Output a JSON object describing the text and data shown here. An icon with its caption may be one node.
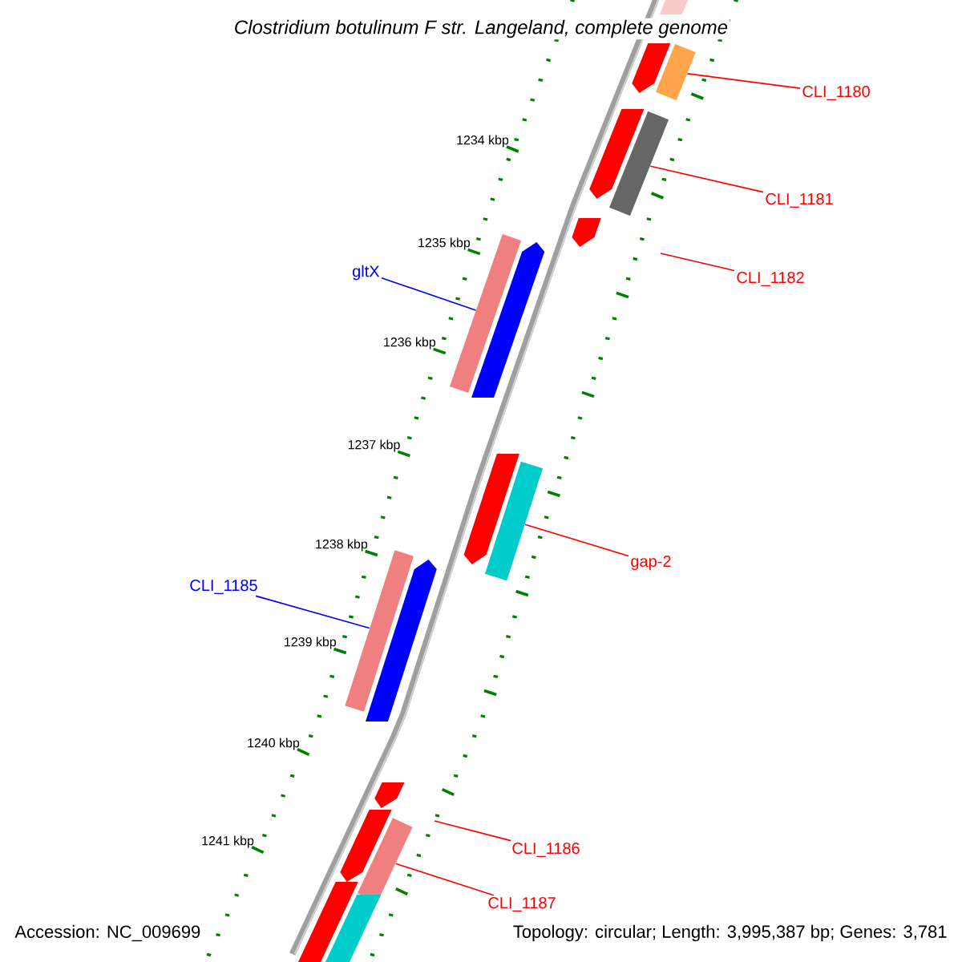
{
  "diagram": {
    "title": "Clostridium botulinum F str. Langeland, complete genome",
    "nodes": [
      {
        "text": [
          "CLI_1180"
        ]
      },
      {
        "text": [],
        "shape": "bar"
      },
      {
        "text": [
          "CLI_1181"
        ]
      },
      {
        "text": [],
        "shape": "bar"
      },
      {
        "text": [
          "CLI_1182"
        ]
      },
      {
        "text": [
          "gltX"
        ]
      },
      {
        "text": [],
        "shape": "bar"
      },
      {
        "text": [
          "CLI_1185"
        ]
      },
      {
        "text": [],
        "shape": "bar"
      },
      {
        "text": [
          "gap-2"
        ]
      },
      {
        "text": [],
        "shape": "bar"
      },
      {
        "text": [
          "CLI_1186"
        ]
      },
      {
        "text": [
          "CLI_1187"
        ]
      },
      {
        "text": [],
        "shape": "bar"
      },
      {
        "text": [],
        "shape": "bar"
      },
      {
        "text": [],
        "shape": "bar"
      },
      {
        "text": [],
        "shape": "bar"
      },
      {
        "text": [],
        "shape": "bar"
      },
      {
        "text": [],
        "shape": "bar"
      },
      {
        "text": [],
        "shape": "bar"
      },
      {
        "text": [],
        "shape": "bar"
      },
      {
        "text": [],
        "shape": "bar"
      },
      {
        "text": [],
        "shape": "bar"
      },
      {
        "text": [],
        "shape": "bar"
      },
      {
        "text": [],
        "shape": "bar"
      }
    ],
    "edges": [
      {
        "from": 0,
        "to": 1,
        "arrow": "none"
      },
      {
        "from": 2,
        "to": 3,
        "arrow": "none"
      },
      {
        "from": 4,
        "to": null,
        "arrow": "none"
      },
      {
        "from": 5,
        "to": 6,
        "arrow": "none",
        "color": "#0000ff"
      },
      {
        "from": 7,
        "to": 8,
        "arrow": "none",
        "color": "#0000ff"
      },
      {
        "from": 9,
        "to": 10,
        "arrow": "none"
      },
      {
        "from": 11,
        "to": null,
        "arrow": "none"
      },
      {
        "from": 12,
        "to": 13,
        "arrow": "none"
      }
    ],
    "labels": [
      "1234 kbp",
      "1235 kbp",
      "1236 kbp",
      "1237 kbp",
      "1238 kbp",
      "1239 kbp",
      "1240 kbp",
      "1241 kbp",
      "Accession: NC_009699",
      "Topology: circular; Length: 3,995,387 bp; Genes: 3,781"
    ]
  }
}
